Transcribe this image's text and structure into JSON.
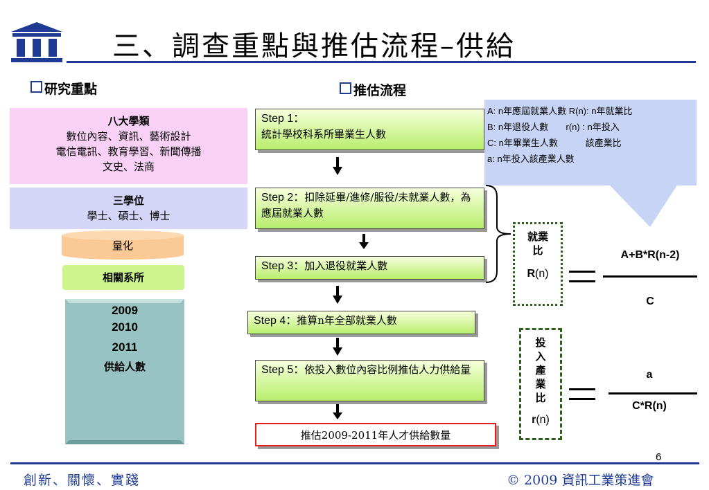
{
  "title": "三、調查重點與推估流程–供給",
  "research_heading": "研究重點",
  "flow_heading": "推估流程",
  "categories": {
    "title": "八大學類",
    "lines": [
      "數位內容、資訊、藝術設計",
      "電信電訊、教育學習、新聞傳播",
      "文史、法商"
    ]
  },
  "degrees": {
    "title": "三學位",
    "line": "學士、碩士、博士"
  },
  "quantify_label": "量化",
  "departments_label": "相關系所",
  "years": [
    "2009",
    "2010",
    "2011"
  ],
  "supply_count_label": "供給人數",
  "steps": [
    {
      "label": "Step 1：",
      "text": "統計學校科系所畢業生人數"
    },
    {
      "label": "Step 2：",
      "text": "扣除延畢/進修/服役/未就業人數，為應屆就業人數"
    },
    {
      "label": "Step 3：",
      "text": "加入退役就業人數"
    },
    {
      "label": "Step 4：",
      "text": "推算n年全部就業人數"
    },
    {
      "label": "Step 5：",
      "text": "依投入數位內容比例推估人力供給量"
    }
  ],
  "result": "推估2009-2011年人才供給數量",
  "legend": [
    "A: n年應屆就業人數 R(n): n年就業比",
    "B: n年退役人數       r(n) : n年投入",
    "C: n年畢業生人數           該產業比",
    "a: n年投入該產業人數"
  ],
  "employment_ratio": {
    "chars": [
      "就業",
      "比"
    ],
    "symbol": "R",
    "arg": "(n)"
  },
  "industry_ratio": {
    "chars": [
      "投",
      "入",
      "產",
      "業",
      "比"
    ],
    "symbol": "r",
    "arg": "(n)"
  },
  "formula1": {
    "numerator": "A+B*R(n-2)",
    "denominator": "C"
  },
  "formula2": {
    "numerator": "a",
    "denominator": "C*R(n)"
  },
  "slogan": "創新、關懷、實踐",
  "copyright": "© 2009 資訊工業策進會",
  "page_number": "6",
  "colors": {
    "accent": "#1f3a93",
    "step_green": "#b8ee6c",
    "pink": "#f9d1f6",
    "lavender": "#d5d6f7",
    "peach": "#fbc995",
    "teal": "#97c4c2",
    "red_border": "#e31d1d"
  }
}
